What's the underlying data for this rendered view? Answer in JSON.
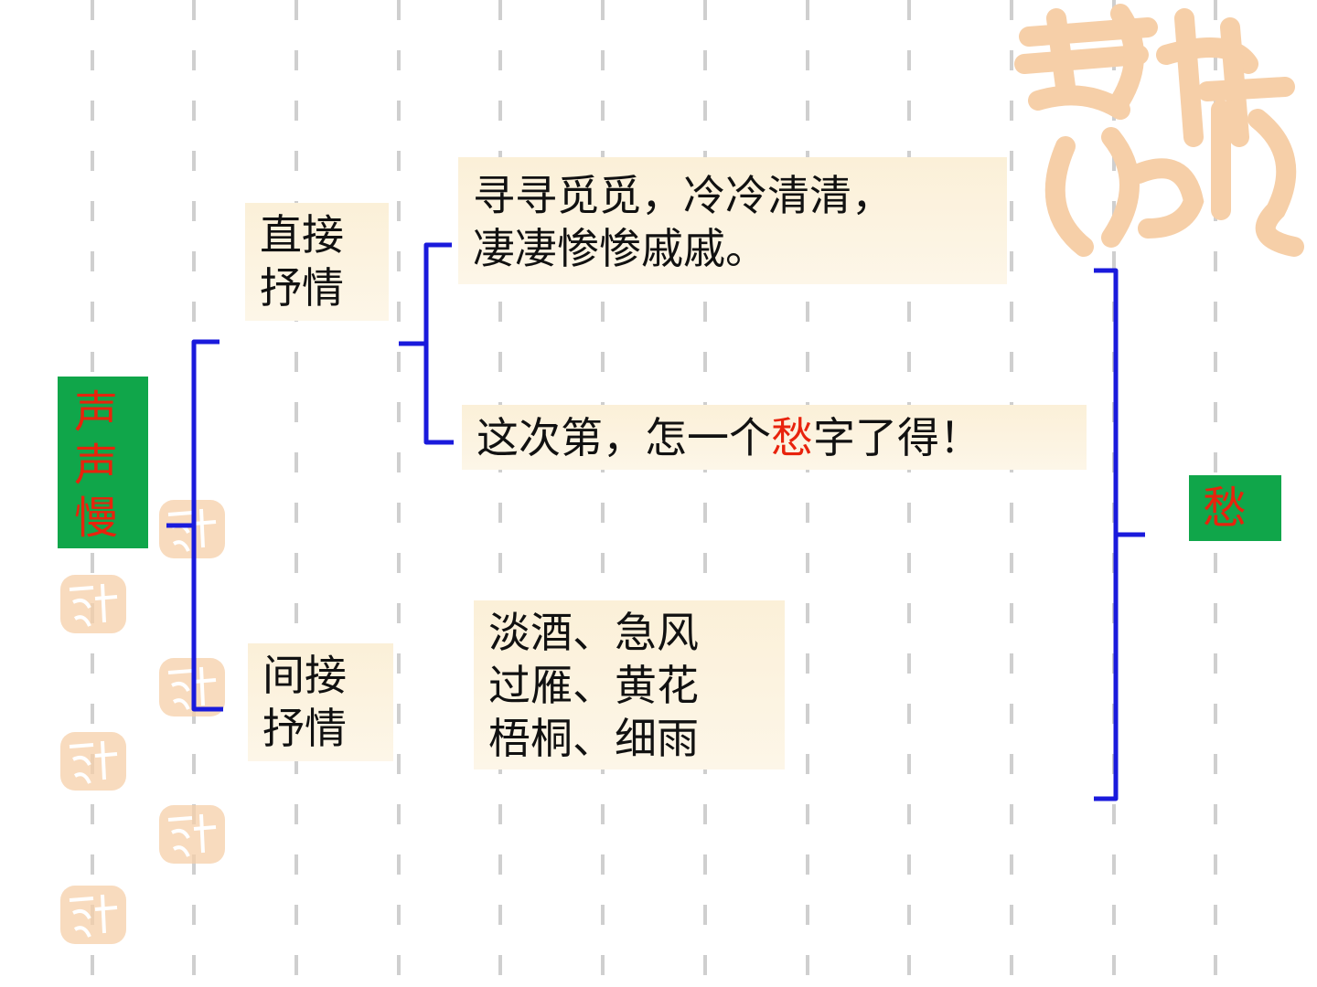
{
  "root": {
    "chars": [
      "声",
      "声",
      "慢"
    ]
  },
  "direct": {
    "label_lines": [
      "直接",
      "抒情"
    ],
    "quotes": [
      {
        "lines": [
          "寻寻觅觅，冷冷清清，",
          "凄凄惨惨戚戚。"
        ]
      },
      {
        "before": "这次第，怎一个",
        "highlight": "愁",
        "after": "字了得！"
      }
    ]
  },
  "indirect": {
    "label_lines": [
      "间接",
      "抒情"
    ],
    "images_lines": [
      "淡酒、急风",
      "过雁、黄花",
      "梧桐、细雨"
    ]
  },
  "result": {
    "label": "愁"
  },
  "colors": {
    "bracket": "#1a1adc",
    "node_green": "#10a64a",
    "node_text_red": "#e8230d",
    "box_bg": "#fbf0d8",
    "watermark": "#f6cfa8"
  },
  "watermark_icon": "auspicious-seal-icon"
}
